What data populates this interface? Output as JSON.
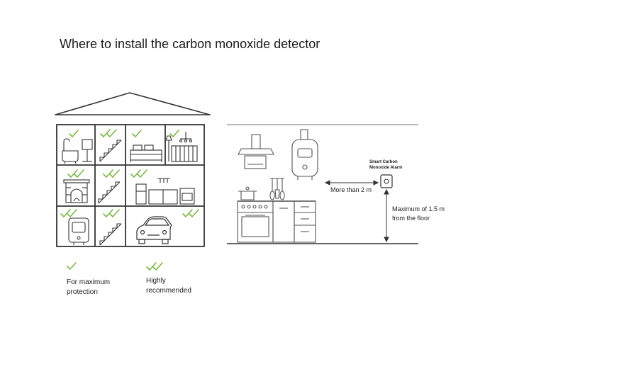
{
  "title": "Where to install the carbon monoxide detector",
  "legend": {
    "single_check_text": "For maximum protection",
    "double_check_text": "Highly recommended"
  },
  "kitchen": {
    "device_label": "Smart Carbon Monoxide Alarm",
    "distance_label": "More than 2 m",
    "height_label": "Maximum of 1.5 m from the floor"
  },
  "colors": {
    "check": "#7ab648",
    "line": "#333333"
  },
  "icons": {
    "check": "check-icon",
    "double_check": "double-check-icon"
  }
}
